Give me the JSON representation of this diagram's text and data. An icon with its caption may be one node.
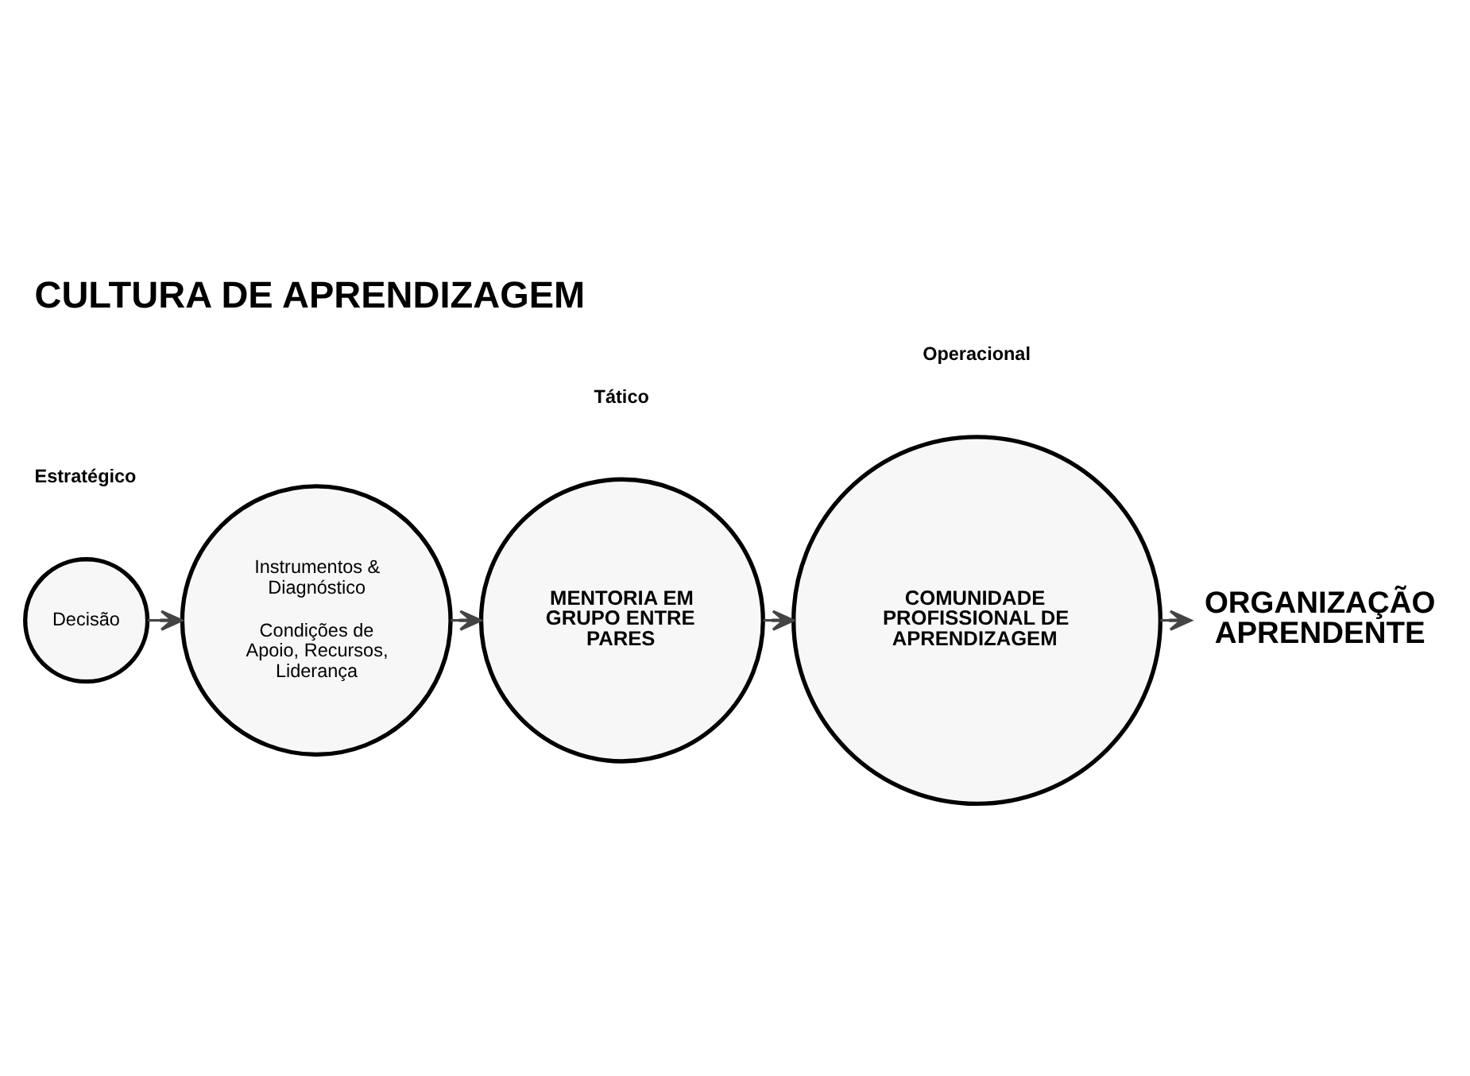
{
  "diagram": {
    "title": "CULTURA DE APRENDIZAGEM",
    "nodes": [
      {
        "text": [
          "Decisão"
        ]
      },
      {
        "text": [
          "Instrumentos & Diagnóstico",
          "Condições de Apoio, Recursos, Liderança"
        ]
      },
      {
        "text": [
          "MENTORIA EM GRUPO ENTRE PARES"
        ]
      },
      {
        "text": [
          "COMUNIDADE PROFISSIONAL DE APRENDIZAGEM"
        ]
      },
      {
        "text": [
          "ORGANIZAÇÃO APRENDENTE"
        ]
      }
    ],
    "edges": [
      {
        "from": 0,
        "to": 1,
        "arrow": "to"
      },
      {
        "from": 1,
        "to": 2,
        "arrow": "to"
      },
      {
        "from": 2,
        "to": 3,
        "arrow": "to"
      },
      {
        "from": 3,
        "to": 4,
        "arrow": "to"
      }
    ],
    "labels": [
      "Estratégico",
      "Tático",
      "Operacional"
    ]
  }
}
